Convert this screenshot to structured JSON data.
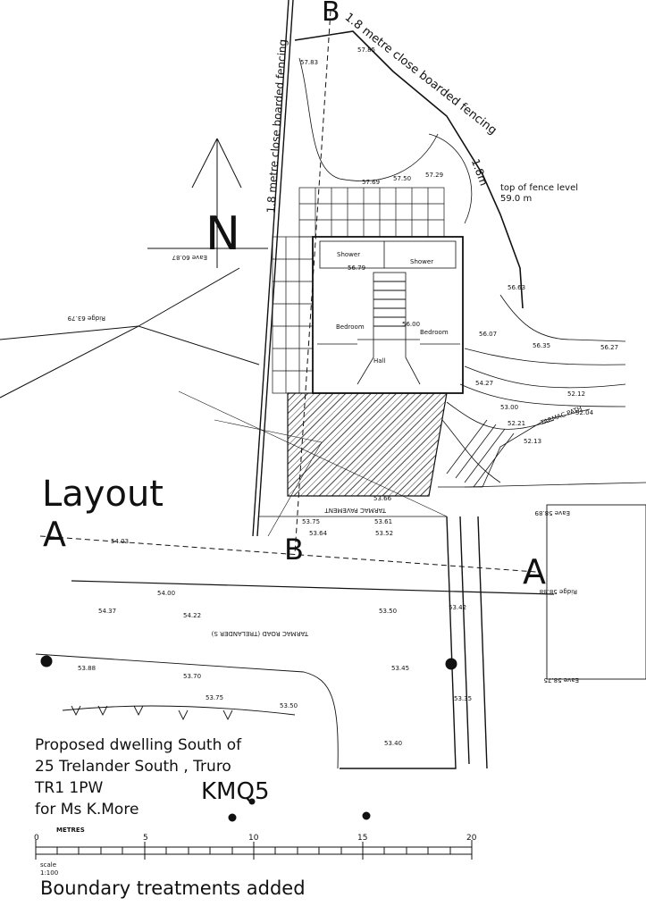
{
  "layout_title": "Layout",
  "north_marker": "N",
  "section_marks": {
    "a_left": "A",
    "a_right": "A",
    "b_top": "B",
    "b_bottom": "B"
  },
  "fence_label_top": "1.8 metre close boarded fencing",
  "fence_label_left": "1.8 metre close boarded fencing",
  "fence_label_right": "1.8m",
  "fence_level_note": [
    "top of fence level",
    "59.0 m"
  ],
  "rooms": {
    "shower_left": "Shower",
    "shower_right": "Shower",
    "bedroom_left": "Bedroom",
    "bedroom_right": "Bedroom",
    "hall": "Hall",
    "level": "56.00"
  },
  "paving_labels": {
    "tarmac_pavement": "TARMAC PAVEMENT",
    "tarmac_road": "TARMAC ROAD (TRELANDER S)",
    "tarmac_path": "TARMAC PATH"
  },
  "levels": [
    "57.83",
    "57.85",
    "57.69",
    "57.29",
    "57.50",
    "56.79",
    "56.35",
    "56.63",
    "56.27",
    "56.07",
    "54.27",
    "53.66",
    "53.75",
    "53.61",
    "53.52",
    "53.64",
    "53.42",
    "53.45",
    "53.50",
    "53.40",
    "53.35",
    "53.70",
    "53.88",
    "54.22",
    "54.37",
    "54.00",
    "54.03",
    "53.75",
    "53.50",
    "52.12",
    "52.04",
    "52.21",
    "52.13",
    "53.00"
  ],
  "eaves_labels": [
    "Eave 60.87",
    "Eave 58.89",
    "Eave 58.75"
  ],
  "ridge_labels": [
    "Ridge 63.79",
    "Ridge 58.88"
  ],
  "project_lines": [
    "Proposed dwelling South of",
    "25 Trelander South , Truro",
    "TR1 1PW",
    "for Ms K.More"
  ],
  "drawing_ref": "KMQ5",
  "scale_bar": {
    "heading": "METRES",
    "ticks": [
      "0",
      "5",
      "10",
      "15",
      "20"
    ]
  },
  "scale_note": {
    "label": "scale",
    "value": "1:100"
  },
  "revision_note": "Boundary treatments added",
  "line_color": "#111111"
}
